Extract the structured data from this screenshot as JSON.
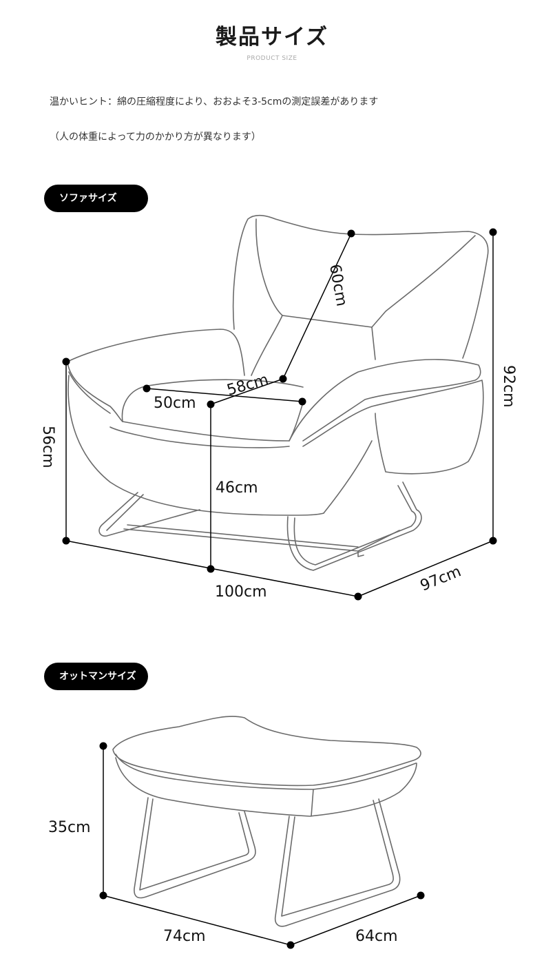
{
  "header": {
    "title": "製品サイズ",
    "subtitle": "PRODUCT SIZE"
  },
  "notes": {
    "hint": "温かいヒント：綿の圧縮程度により、おおよそ3-5cmの測定誤差があります",
    "hint_sub": "（人の体重によって力のかかり方が異なります）"
  },
  "sofa": {
    "section_label": "ソファサイズ",
    "dims": {
      "back_height": "60cm",
      "seat_depth": "58cm",
      "seat_width": "50cm",
      "total_height": "92cm",
      "arm_height": "56cm",
      "seat_height": "46cm",
      "width": "100cm",
      "depth": "97cm"
    }
  },
  "ottoman": {
    "section_label": "オットマンサイズ",
    "dims": {
      "height": "35cm",
      "width": "74cm",
      "depth": "64cm"
    }
  }
}
